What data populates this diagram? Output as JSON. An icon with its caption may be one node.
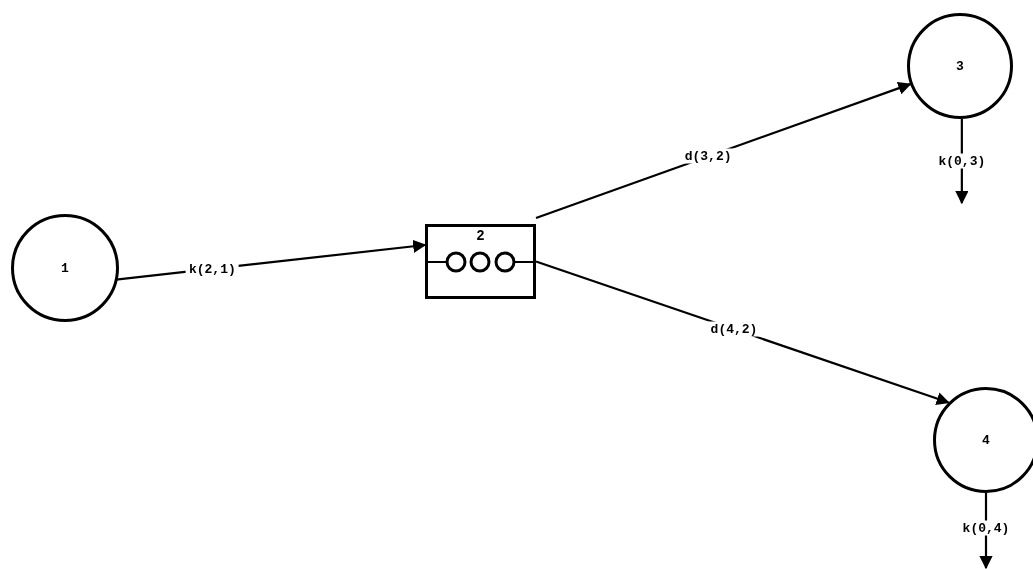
{
  "diagram": {
    "nodes": [
      {
        "text": [
          "1"
        ]
      },
      {
        "text": [
          "2"
        ]
      },
      {
        "text": [
          "3"
        ]
      },
      {
        "text": [
          "4"
        ]
      }
    ],
    "edges": [
      {
        "from": 0,
        "to": 1,
        "arrow": "to",
        "label": "k(2,1)"
      },
      {
        "from": 1,
        "to": 2,
        "arrow": "to",
        "label": "d(3,2)"
      },
      {
        "from": 1,
        "to": 3,
        "arrow": "to",
        "label": "d(4,2)"
      },
      {
        "from": 2,
        "to": null,
        "arrow": "to",
        "label": "k(0,3)"
      },
      {
        "from": 3,
        "to": null,
        "arrow": "to",
        "label": "k(0,4)"
      }
    ]
  }
}
